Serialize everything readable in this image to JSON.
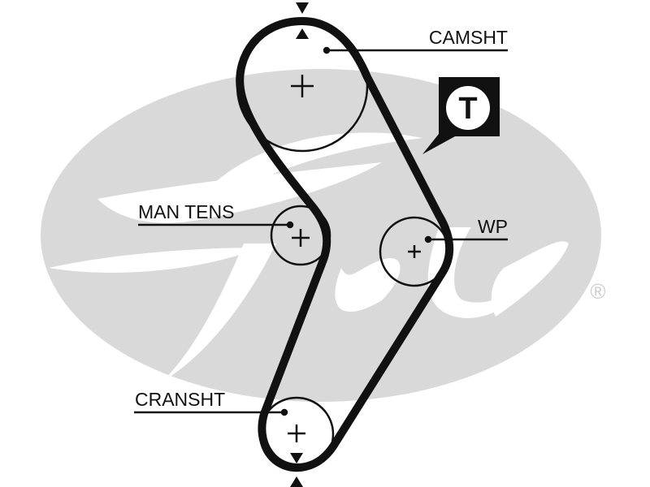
{
  "diagram": {
    "title": "Timing belt routing",
    "brand_watermark": "Gates",
    "registered_mark": "®",
    "labels": {
      "camshaft": "CAMSHT",
      "manual_tensioner": "MAN TENS",
      "water_pump": "WP",
      "crankshaft": "CRANSHT"
    },
    "tensioner_badge": "T",
    "colors": {
      "belt": "#111111",
      "watermark": "#d9d9d9",
      "background": "#ffffff"
    }
  }
}
